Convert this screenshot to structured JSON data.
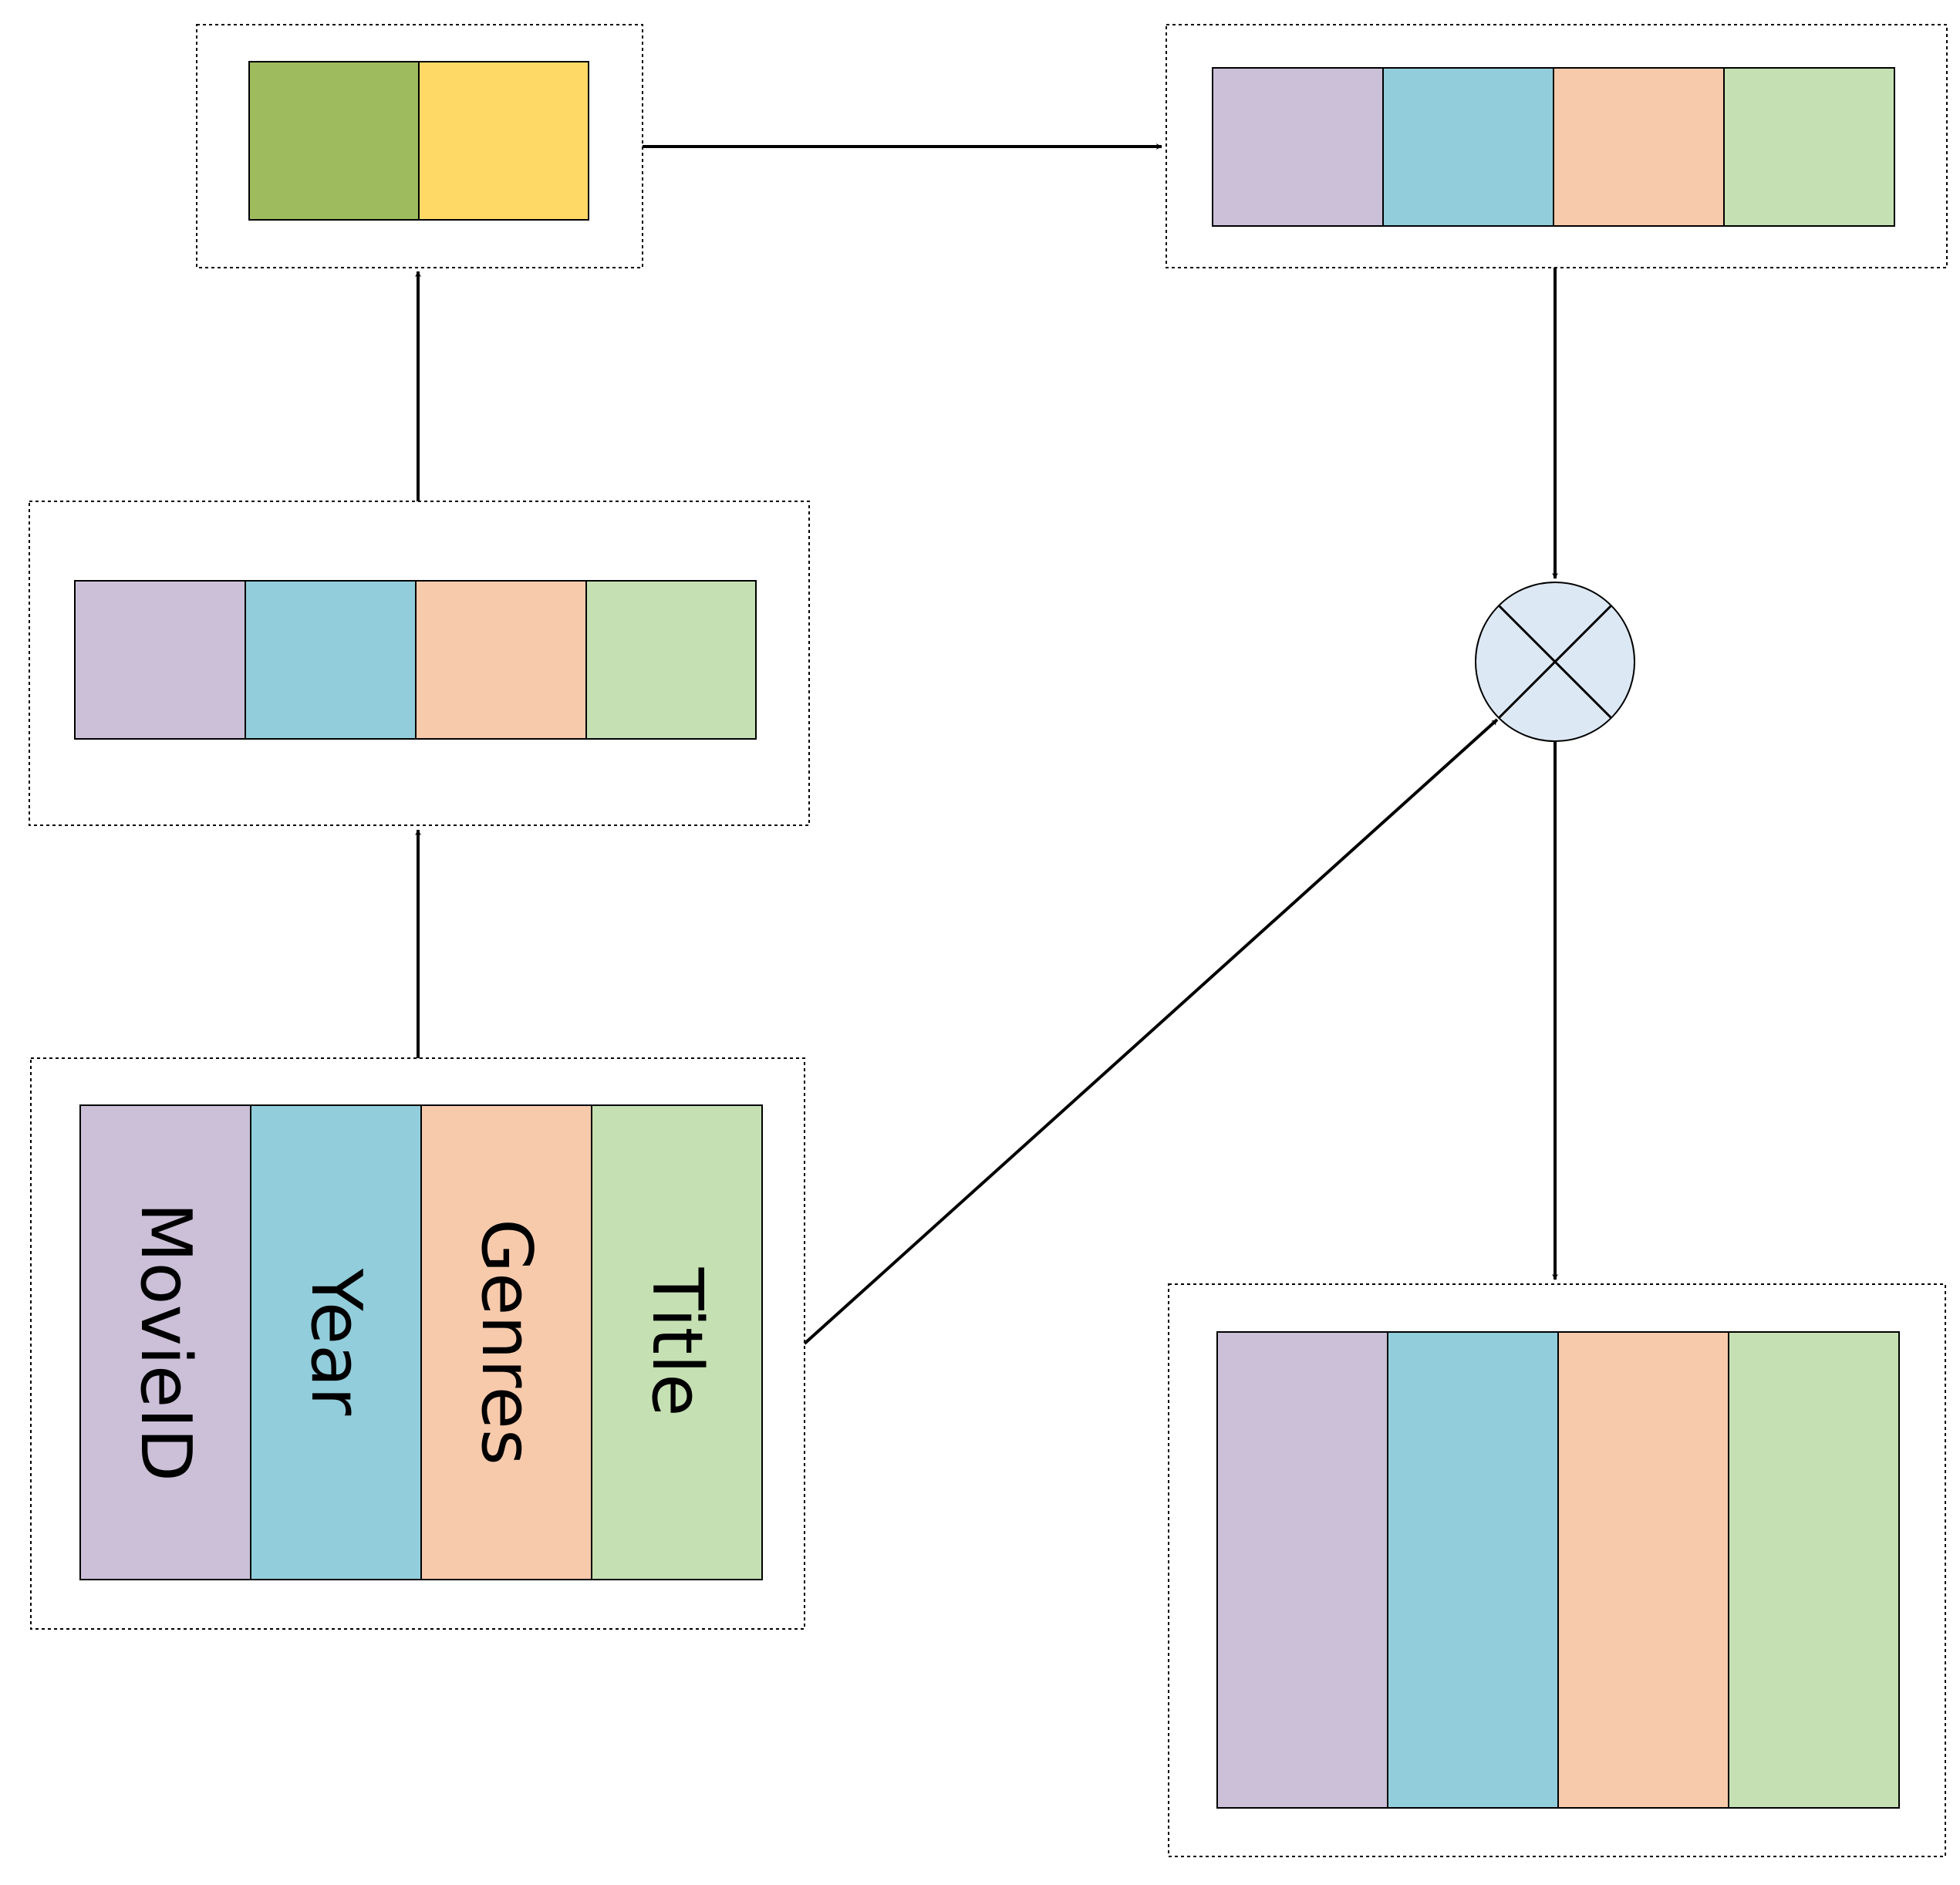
{
  "colors": {
    "purple": "#CBC0D8",
    "blue": "#92CDDB",
    "peach": "#F7CAAC",
    "green": "#C5E0B3",
    "dark_green": "#9EBB5E",
    "yellow": "#FFD966",
    "multiply_fill": "#DCE8F4",
    "stroke": "#000000"
  },
  "input_table": {
    "columns": [
      "MovieID",
      "Year",
      "Genres",
      "Title"
    ]
  },
  "multiply_node": {
    "icon": "multiply-icon"
  }
}
